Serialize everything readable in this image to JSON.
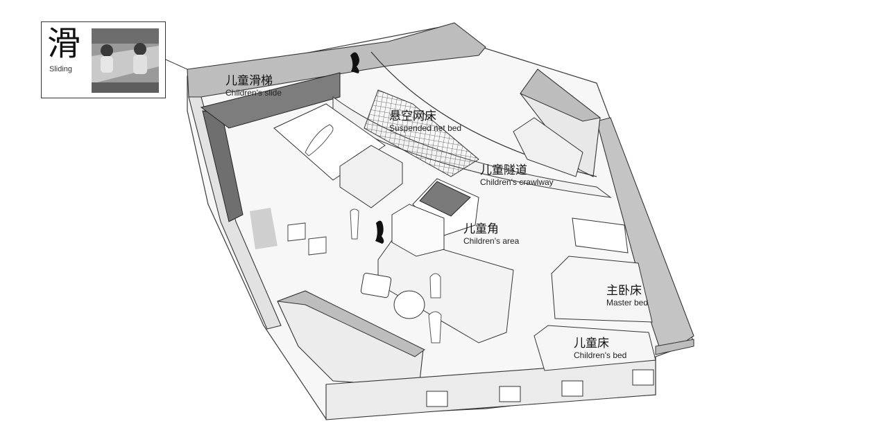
{
  "inset": {
    "glyph": "滑",
    "caption": "Sliding"
  },
  "labels": {
    "slide": {
      "cn": "儿童滑梯",
      "en": "Children's slide"
    },
    "net": {
      "cn": "悬空网床",
      "en": "Suspended net bed"
    },
    "crawl": {
      "cn": "儿童隧道",
      "en": "Children's crawlway"
    },
    "area": {
      "cn": "儿童角",
      "en": "Children's area"
    },
    "master": {
      "cn": "主卧床",
      "en": "Master bed"
    },
    "kidsbed": {
      "cn": "儿童床",
      "en": "Children's bed"
    }
  },
  "colors": {
    "wall_cap": "#b8b8b8",
    "slide": "#6f6f6f",
    "floor": "#f7f7f7",
    "line": "#3a3a3a"
  }
}
